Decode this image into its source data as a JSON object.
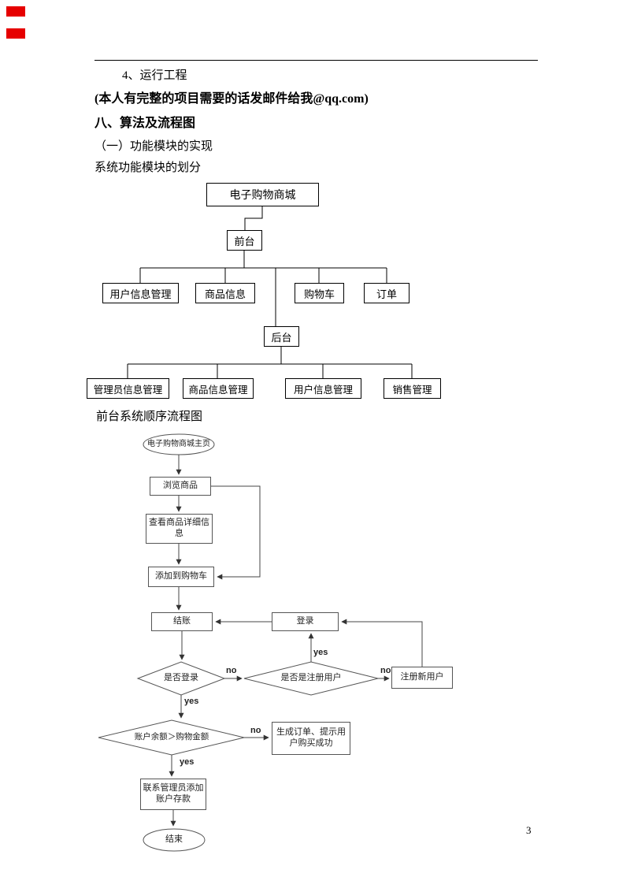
{
  "page": {
    "number": "3"
  },
  "colors": {
    "revision_mark_red": "#e60000"
  },
  "text": {
    "line1": "4、运行工程",
    "line2": "(本人有完整的项目需要的话发邮件给我@qq.com)",
    "heading": "八、算法及流程图",
    "sub1": "（一）功能模块的实现",
    "sub2": "系统功能模块的划分",
    "flow_caption": "前台系统顺序流程图"
  },
  "module_tree": {
    "root": "电子购物商城",
    "front": "前台",
    "front_children": [
      "用户信息管理",
      "商品信息",
      "购物车",
      "订单"
    ],
    "back": "后台",
    "back_children": [
      "管理员信息管理",
      "商品信息管理",
      "用户信息管理",
      "销售管理"
    ]
  },
  "flowchart": {
    "start": "电子购物商城主页",
    "browse": "浏览商品",
    "view_detail": "查看商品详细信息",
    "add_cart": "添加到购物车",
    "checkout": "结账",
    "login": "登录",
    "is_logged_in": "是否登录",
    "is_registered": "是否是注册用户",
    "register": "注册新用户",
    "balance_check": "账户余额＞购物金额",
    "generate_order": "生成订单、提示用户购买成功",
    "contact_admin": "联系管理员添加账户存款",
    "end": "结束",
    "labels": {
      "yes": "yes",
      "no": "no"
    }
  }
}
